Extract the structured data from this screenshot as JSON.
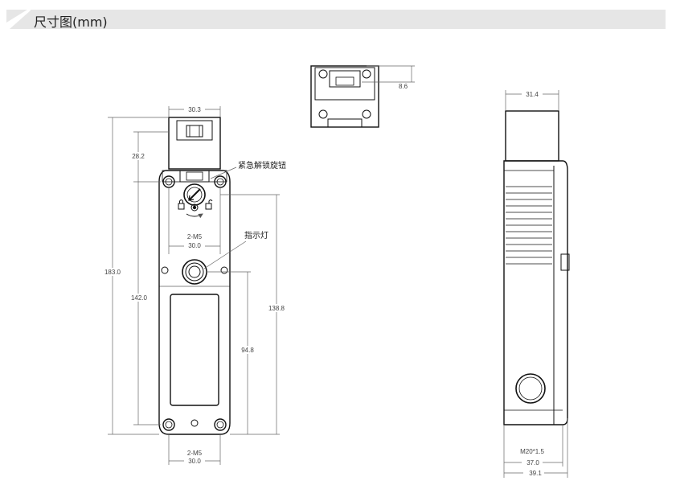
{
  "header": {
    "title": "尺寸图(mm)"
  },
  "callouts": {
    "emergency_release_knob": "紧急解锁旋钮",
    "indicator_light": "指示灯"
  },
  "front_view": {
    "width_top": "30.3",
    "head_height": "28.2",
    "total_height": "183.0",
    "hole_span_height": "142.0",
    "upper_hole_label": "2-M5",
    "upper_hole_spacing": "30.0",
    "indicator_to_bottom": "94.8",
    "knob_to_bottom": "138.8",
    "lower_hole_label": "2-M5",
    "lower_hole_spacing": "30.0"
  },
  "top_view": {
    "depth": "8.6"
  },
  "side_view": {
    "head_depth": "31.4",
    "cable_thread": "M20*1.5",
    "body_depth": "37.0",
    "overall_depth": "39.1"
  }
}
